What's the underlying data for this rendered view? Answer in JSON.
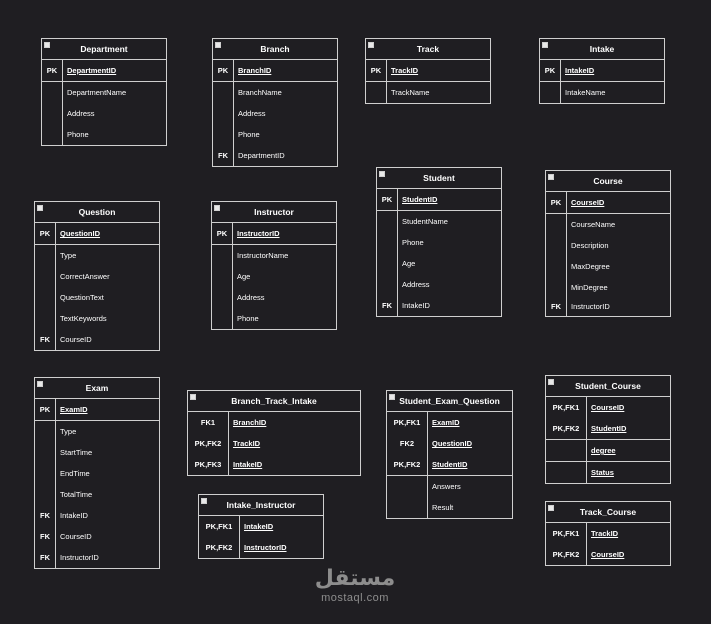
{
  "watermark": {
    "logo": "مستقل",
    "domain": "mostaql.com"
  },
  "entities": [
    {
      "id": "department",
      "title": "Department",
      "key_rows": [
        {
          "key": "PK",
          "name": "DepartmentID",
          "key_style": true
        }
      ],
      "rows": [
        {
          "key": "",
          "name": "DepartmentName"
        },
        {
          "key": "",
          "name": "Address"
        },
        {
          "key": "",
          "name": "Phone"
        }
      ]
    },
    {
      "id": "branch",
      "title": "Branch",
      "key_rows": [
        {
          "key": "PK",
          "name": "BranchID",
          "key_style": true
        }
      ],
      "rows": [
        {
          "key": "",
          "name": "BranchName"
        },
        {
          "key": "",
          "name": "Address"
        },
        {
          "key": "",
          "name": "Phone"
        },
        {
          "key": "FK",
          "name": "DepartmentID"
        }
      ]
    },
    {
      "id": "track",
      "title": "Track",
      "key_rows": [
        {
          "key": "PK",
          "name": "TrackID",
          "key_style": true
        }
      ],
      "rows": [
        {
          "key": "",
          "name": "TrackName"
        }
      ]
    },
    {
      "id": "intake",
      "title": "Intake",
      "key_rows": [
        {
          "key": "PK",
          "name": "IntakeID",
          "key_style": true
        }
      ],
      "rows": [
        {
          "key": "",
          "name": "IntakeName"
        }
      ]
    },
    {
      "id": "student",
      "title": "Student",
      "key_rows": [
        {
          "key": "PK",
          "name": "StudentID",
          "key_style": true
        }
      ],
      "rows": [
        {
          "key": "",
          "name": "StudentName"
        },
        {
          "key": "",
          "name": "Phone"
        },
        {
          "key": "",
          "name": "Age"
        },
        {
          "key": "",
          "name": "Address"
        },
        {
          "key": "FK",
          "name": "IntakeID"
        }
      ]
    },
    {
      "id": "course",
      "title": "Course",
      "key_rows": [
        {
          "key": "PK",
          "name": "CourseID",
          "key_style": true
        }
      ],
      "rows": [
        {
          "key": "",
          "name": "CourseName"
        },
        {
          "key": "",
          "name": "Description"
        },
        {
          "key": "",
          "name": "MaxDegree"
        },
        {
          "key": "",
          "name": "MinDegree"
        },
        {
          "key": "FK",
          "name": "InstructorID"
        }
      ]
    },
    {
      "id": "question",
      "title": "Question",
      "key_rows": [
        {
          "key": "PK",
          "name": "QuestionID",
          "key_style": true
        }
      ],
      "rows": [
        {
          "key": "",
          "name": "Type"
        },
        {
          "key": "",
          "name": "CorrectAnswer"
        },
        {
          "key": "",
          "name": "QuestionText"
        },
        {
          "key": "",
          "name": "TextKeywords"
        },
        {
          "key": "FK",
          "name": "CourseID"
        }
      ]
    },
    {
      "id": "instructor",
      "title": "Instructor",
      "key_rows": [
        {
          "key": "PK",
          "name": "InstructorID",
          "key_style": true
        }
      ],
      "rows": [
        {
          "key": "",
          "name": "InstructorName"
        },
        {
          "key": "",
          "name": "Age"
        },
        {
          "key": "",
          "name": "Address"
        },
        {
          "key": "",
          "name": "Phone"
        }
      ]
    },
    {
      "id": "exam",
      "title": "Exam",
      "key_rows": [
        {
          "key": "PK",
          "name": "ExamID",
          "key_style": true
        }
      ],
      "rows": [
        {
          "key": "",
          "name": "Type"
        },
        {
          "key": "",
          "name": "StartTime"
        },
        {
          "key": "",
          "name": "EndTime"
        },
        {
          "key": "",
          "name": "TotalTime"
        },
        {
          "key": "FK",
          "name": "IntakeID"
        },
        {
          "key": "FK",
          "name": "CourseID"
        },
        {
          "key": "FK",
          "name": "InstructorID"
        }
      ]
    },
    {
      "id": "branch_track_intake",
      "title": "Branch_Track_Intake",
      "key_rows": [
        {
          "key": "FK1",
          "name": "BranchID",
          "key_style": true
        },
        {
          "key": "PK,FK2",
          "name": "TrackID",
          "key_style": true
        },
        {
          "key": "PK,FK3",
          "name": "IntakeID",
          "key_style": true
        }
      ],
      "rows": []
    },
    {
      "id": "student_exam_question",
      "title": "Student_Exam_Question",
      "key_rows": [
        {
          "key": "PK,FK1",
          "name": "ExamID",
          "key_style": true
        },
        {
          "key": "FK2",
          "name": "QuestionID",
          "key_style": true
        },
        {
          "key": "PK,FK2",
          "name": "StudentID",
          "key_style": true
        }
      ],
      "rows": [
        {
          "key": "",
          "name": "Answers"
        },
        {
          "key": "",
          "name": "Result"
        }
      ]
    },
    {
      "id": "student_course",
      "title": "Student_Course",
      "key_rows": [
        {
          "key": "PK,FK1",
          "name": "CourseID",
          "key_style": true
        },
        {
          "key": "PK,FK2",
          "name": "StudentID",
          "key_style": true
        }
      ],
      "rows": [
        {
          "key": "",
          "name": "degree",
          "key_style": true
        },
        {
          "key": "",
          "name": "Status",
          "key_style": true
        }
      ]
    },
    {
      "id": "intake_instructor",
      "title": "Intake_Instructor",
      "key_rows": [
        {
          "key": "PK,FK1",
          "name": "IntakeID",
          "key_style": true
        },
        {
          "key": "PK,FK2",
          "name": "InstructorID",
          "key_style": true
        }
      ],
      "rows": []
    },
    {
      "id": "track_course",
      "title": "Track_Course",
      "key_rows": [
        {
          "key": "PK,FK1",
          "name": "TrackID",
          "key_style": true
        },
        {
          "key": "PK,FK2",
          "name": "CourseID",
          "key_style": true
        }
      ],
      "rows": []
    }
  ]
}
